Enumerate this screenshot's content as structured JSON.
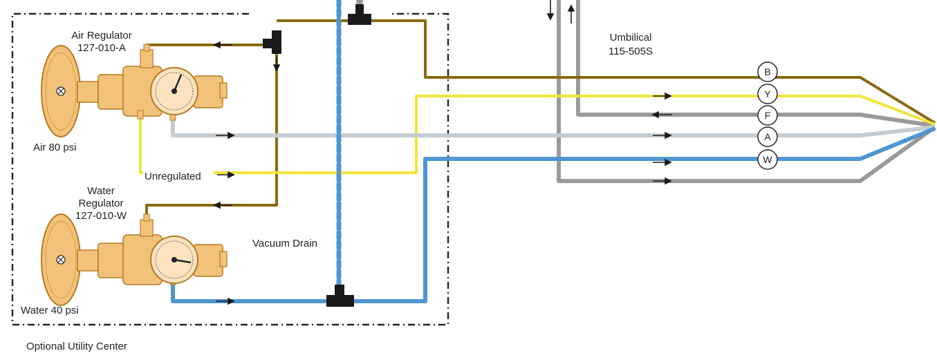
{
  "labels": {
    "air_regulator": "Air Regulator",
    "air_regulator_part": "127-010-A",
    "air_pressure": "Air 80 psi",
    "water_regulator_line1": "Water",
    "water_regulator_line2": "Regulator",
    "water_regulator_part": "127-010-W",
    "water_pressure": "Water 40 psi",
    "unregulated": "Unregulated",
    "vacuum_drain": "Vacuum Drain",
    "umbilical": "Umbilical",
    "umbilical_part": "115-505S",
    "utility_center": "Optional Utility Center"
  },
  "line_badges": [
    "B",
    "Y",
    "F",
    "A",
    "W"
  ],
  "colors": {
    "brown_line": "#8a6a10",
    "yellow_line": "#f2e43a",
    "gray_line": "#9a9a9a",
    "lightgray_line": "#c4ccd2",
    "blue_line": "#4f95d2",
    "brass": "#f2c27a",
    "brass_dark": "#b57a1e",
    "fitting": "#1a1a1a"
  }
}
